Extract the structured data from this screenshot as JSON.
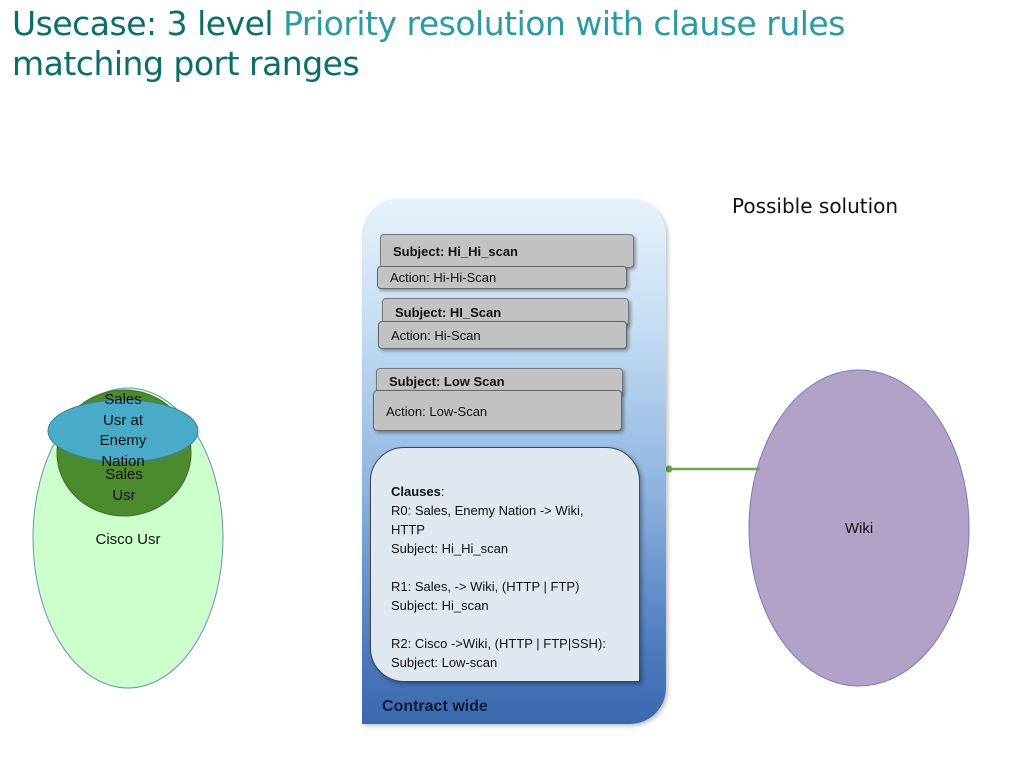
{
  "title": {
    "part1": "Usecase: 3 level ",
    "part2": "Priority resolution with clause rules",
    "part3": "matching port ranges"
  },
  "possible_solution": "Possible solution",
  "subjects": [
    {
      "subject": "Subject: Hi_Hi_scan",
      "action": "Action:  Hi-Hi-Scan"
    },
    {
      "subject": "Subject: HI_Scan",
      "action": "Action:  Hi-Scan"
    },
    {
      "subject": "Subject: Low Scan",
      "action": "Action:  Low-Scan"
    }
  ],
  "clauses": {
    "heading": "Clauses",
    "lines": [
      "R0: Sales, Enemy Nation -> Wiki,",
      "HTTP",
      "Subject: Hi_Hi_scan",
      "",
      "R1: Sales, -> Wiki, (HTTP | FTP)",
      "Subject: Hi_scan",
      "",
      "R2: Cisco ->Wiki, (HTTP | FTP|SSH):",
      "Subject: Low-scan"
    ]
  },
  "contract_label": "Contract wide",
  "nodes": {
    "cisco_usr": "Cisco Usr",
    "sales_usr": "Sales\nUsr",
    "enemy_nation": "Sales\nUsr at\nEnemy\nNation",
    "wiki": "Wiki"
  },
  "colors": {
    "cisco_fill": "#ccffcc",
    "sales_fill": "#4b8a2e",
    "enemy_fill": "#4aabc8",
    "wiki_fill": "#b3a2c7",
    "connector": "#6aa84f"
  }
}
